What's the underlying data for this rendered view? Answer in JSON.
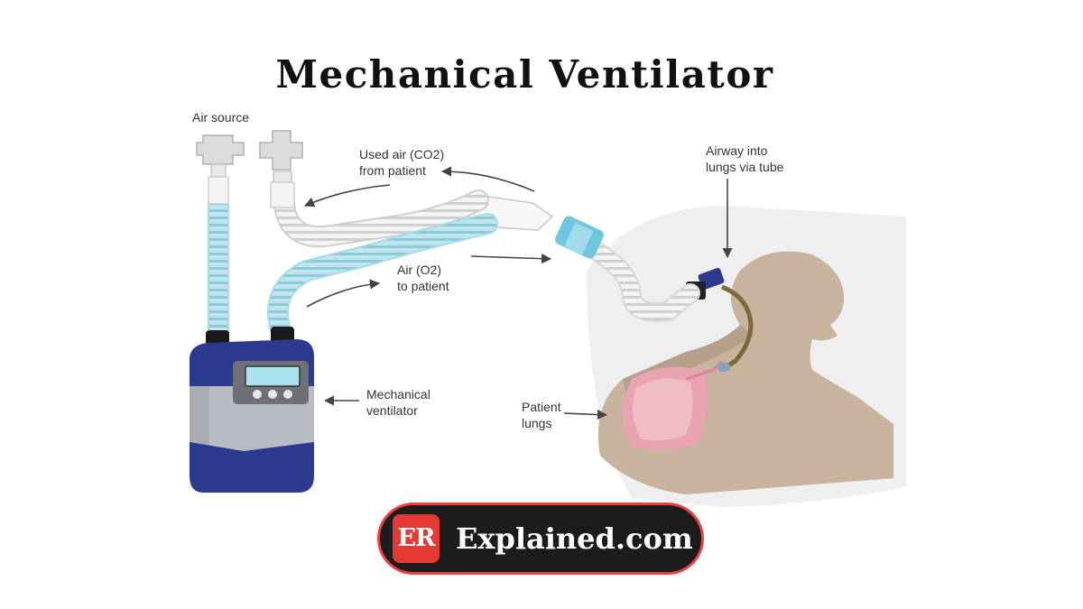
{
  "title": "Mechanical Ventilator",
  "labels": {
    "air_source": "Air source",
    "used_air_line1": "Used air (CO2)",
    "used_air_line2": "from patient",
    "air_o2_line1": "Air (O2)",
    "air_o2_line2": "to patient",
    "airway_line1": "Airway into",
    "airway_line2": "lungs via tube",
    "ventilator_line1": "Mechanical",
    "ventilator_line2": "ventilator",
    "lungs_line1": "Patient",
    "lungs_line2": "lungs"
  },
  "brand": {
    "logo_text": "ER",
    "name": "Explained.com"
  },
  "colors": {
    "ventilator_blue": "#2b3a8f",
    "ventilator_grey": "#b9bcc2",
    "oxygen_tube": "#a8dbe8",
    "exhaust_tube": "#ececec",
    "lungs": "#e9a3b1",
    "skin": "#c9b49f",
    "brand_dark": "#1c1c1c",
    "brand_red": "#e53935"
  }
}
